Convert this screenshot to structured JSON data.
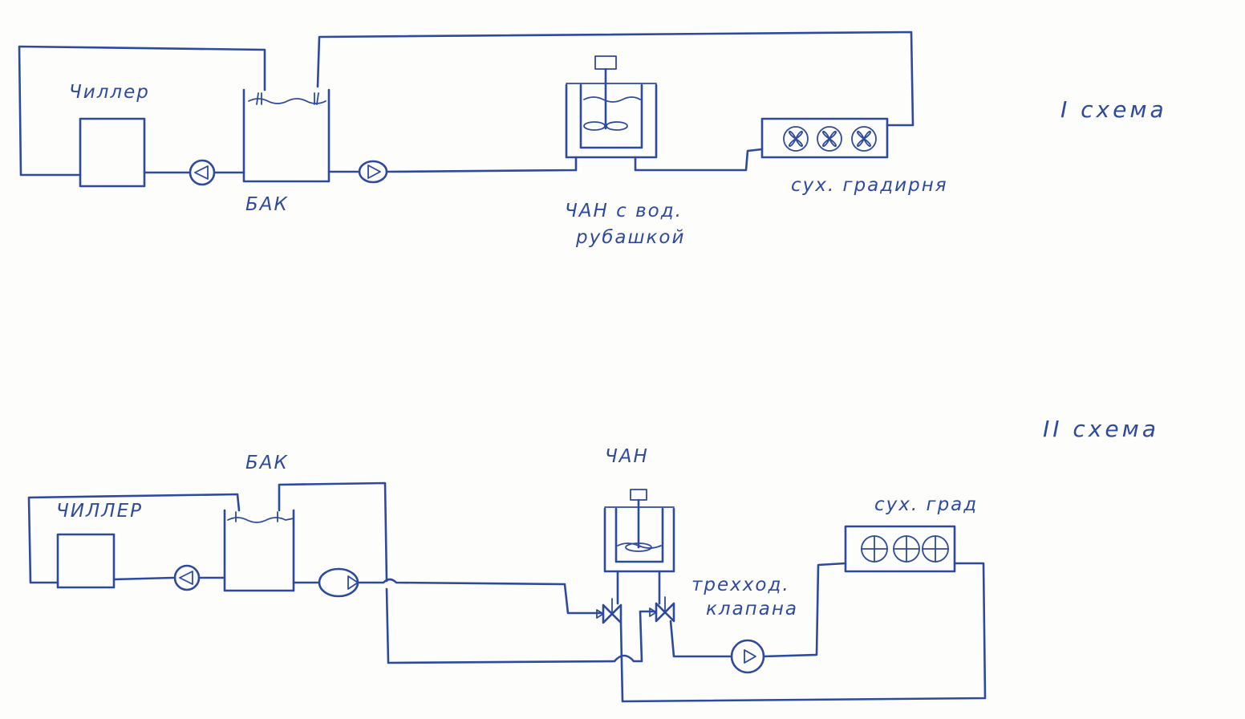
{
  "colors": {
    "ink": "#2e4a9e",
    "paper": "#fdfdfb"
  },
  "scheme1": {
    "title": "I  схема",
    "chiller": "Чиллер",
    "tank": "БАК",
    "vat_line1": "ЧАН с вод.",
    "vat_line2": "рубашкой",
    "drycooler": "сух. градирня"
  },
  "scheme2": {
    "title": "II схема",
    "chiller": "ЧИЛЛЕР",
    "tank": "БАК",
    "vat": "ЧАН",
    "drycooler": "сух. град",
    "valve_line1": "трехход.",
    "valve_line2": "клапана"
  },
  "icons": [
    "pump-icon",
    "fan-icon",
    "agitator-icon",
    "three-way-valve-icon"
  ]
}
